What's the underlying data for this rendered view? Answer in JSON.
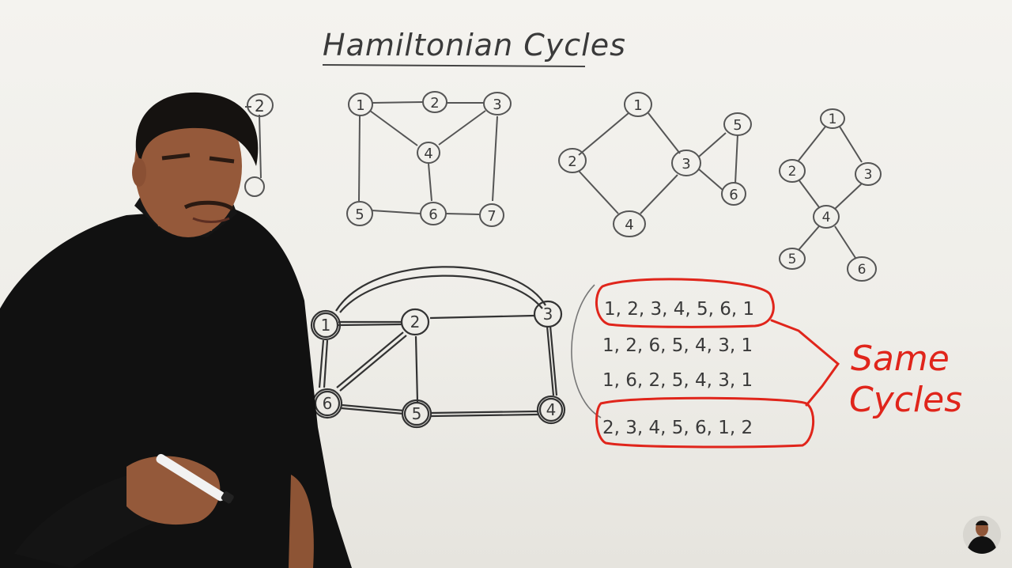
{
  "title": "Hamiltonian Cycles",
  "graph_a": {
    "nodes": [
      "1",
      "2",
      "3",
      "4",
      "5",
      "6",
      "7"
    ]
  },
  "graph_b": {
    "nodes": [
      "1",
      "2",
      "3",
      "4",
      "5",
      "6"
    ]
  },
  "graph_c": {
    "nodes": [
      "1",
      "2",
      "3",
      "4",
      "5",
      "6"
    ]
  },
  "graph_main": {
    "nodes": [
      "1",
      "2",
      "3",
      "4",
      "5",
      "6"
    ]
  },
  "partial_node": "2",
  "cycles": [
    "1, 2, 3, 4, 5, 6, 1",
    "1, 2, 6, 5, 4, 3, 1",
    "1, 6, 2, 5, 4, 3, 1",
    "2, 3, 4, 5, 6, 1, 2"
  ],
  "annotation": {
    "line1": "Same",
    "line2": "Cycles"
  },
  "colors": {
    "marker_red": "#e0251b",
    "ink": "#3a3a3a",
    "shirt": "#111111",
    "board": "#efeee9"
  }
}
